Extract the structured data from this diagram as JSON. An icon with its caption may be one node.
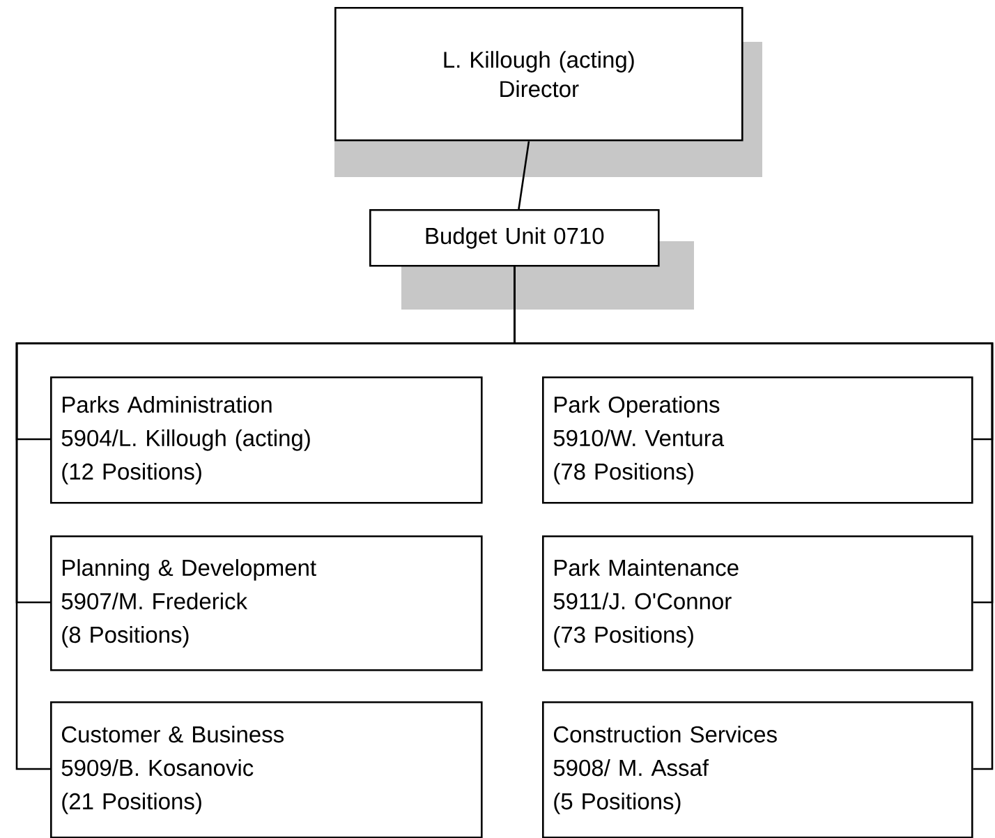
{
  "diagram": {
    "nodes": [
      {
        "text": [
          "L. Killough (acting)",
          "Director"
        ]
      },
      {
        "text": [
          "Budget Unit 0710"
        ]
      },
      {
        "text": [
          "Parks Administration",
          "5904/L. Killough (acting)",
          "(12 Positions)"
        ]
      },
      {
        "text": [
          "Park Operations",
          "5910/W. Ventura",
          "(78 Positions)"
        ]
      },
      {
        "text": [
          "Planning & Development",
          "5907/M. Frederick",
          "(8 Positions)"
        ]
      },
      {
        "text": [
          "Park Maintenance",
          "5911/J. O'Connor",
          "(73 Positions)"
        ]
      },
      {
        "text": [
          "Customer & Business",
          "5909/B. Kosanovic",
          "(21 Positions)"
        ]
      },
      {
        "text": [
          "Construction Services",
          "5908/ M. Assaf",
          "(5 Positions)"
        ]
      }
    ],
    "edges": [
      {
        "from": 0,
        "to": 1,
        "arrow": "none"
      },
      {
        "from": 1,
        "to": 2,
        "arrow": "none"
      },
      {
        "from": 1,
        "to": 3,
        "arrow": "none"
      },
      {
        "from": 1,
        "to": 4,
        "arrow": "none"
      },
      {
        "from": 1,
        "to": 5,
        "arrow": "none"
      },
      {
        "from": 1,
        "to": 6,
        "arrow": "none"
      },
      {
        "from": 1,
        "to": 7,
        "arrow": "none"
      }
    ]
  }
}
